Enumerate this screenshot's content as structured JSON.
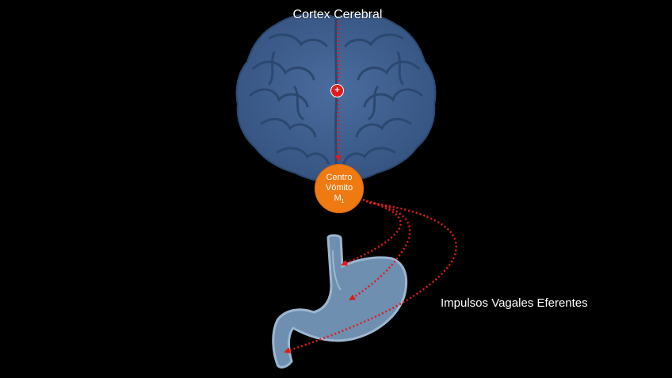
{
  "labels": {
    "cortex": "Cortex Cerebral",
    "vomit_center_line1": "Centro",
    "vomit_center_line2": "Vómito",
    "vomit_center_line3": "M",
    "vomit_center_sub": "1",
    "plus_sign": "+",
    "efferent": "Impulsos Vagales Eferentes"
  },
  "colors": {
    "background": "#000000",
    "brain_fill": "#3f5f8f",
    "stomach_fill": "#6e8faf",
    "vomit_center": "#f07a12",
    "arrows": "#e21a1a",
    "text": "#ffffff"
  },
  "icons": {
    "brain": "brain-illustration",
    "stomach": "stomach-illustration",
    "plus": "plus-badge-icon"
  }
}
